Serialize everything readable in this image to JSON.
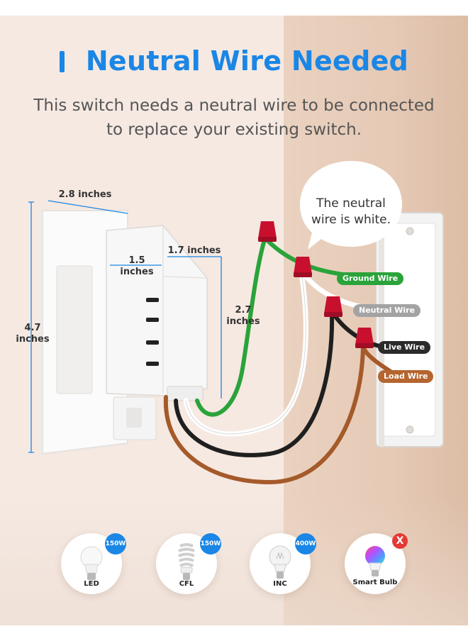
{
  "header": {
    "title": "Neutral Wire Needed",
    "subtitle_line1": "This switch needs a neutral wire to be connected",
    "subtitle_line2": "to replace your existing switch."
  },
  "dimensions": {
    "plate_width": "2.8 inches",
    "height_value": "4.7",
    "height_unit": "inches",
    "depth_value": "1.5",
    "depth_unit": "inches",
    "module_width": "1.7 inches",
    "module_height_value": "2.7",
    "module_height_unit": "inches"
  },
  "callout": {
    "line1": "The neutral",
    "line2": "wire is white."
  },
  "wires": [
    {
      "label": "Ground Wire",
      "color": "#2aa33a"
    },
    {
      "label": "Neutral Wire",
      "color": "#9e9e9e"
    },
    {
      "label": "Live Wire",
      "color": "#222222"
    },
    {
      "label": "Load Wire",
      "color": "#b5652e"
    }
  ],
  "bulbs": [
    {
      "name": "LED",
      "watt": "150W",
      "supported": true
    },
    {
      "name": "CFL",
      "watt": "150W",
      "supported": true
    },
    {
      "name": "INC",
      "watt": "400W",
      "supported": true
    },
    {
      "name": "Smart Bulb",
      "mark": "X",
      "supported": false
    }
  ],
  "colors": {
    "accent": "#1a86e6",
    "connector": "#c8102e",
    "not_supported": "#e53935"
  }
}
